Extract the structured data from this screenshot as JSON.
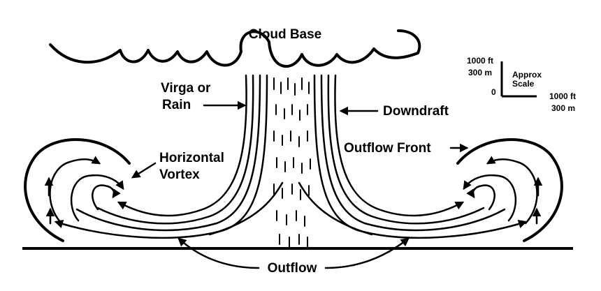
{
  "diagram": {
    "labels": {
      "cloud_base": "Cloud Base",
      "virga_line1": "Virga or",
      "virga_line2": "Rain",
      "downdraft": "Downdraft",
      "horizontal_line1": "Horizontal",
      "horizontal_line2": "Vortex",
      "outflow_front": "Outflow Front",
      "outflow": "Outflow"
    },
    "scale": {
      "vertical_ft": "1000 ft",
      "vertical_m": "300 m",
      "origin": "0",
      "approx_line1": "Approx",
      "approx_line2": "Scale",
      "horizontal_ft": "1000 ft",
      "horizontal_m": "300 m"
    }
  }
}
